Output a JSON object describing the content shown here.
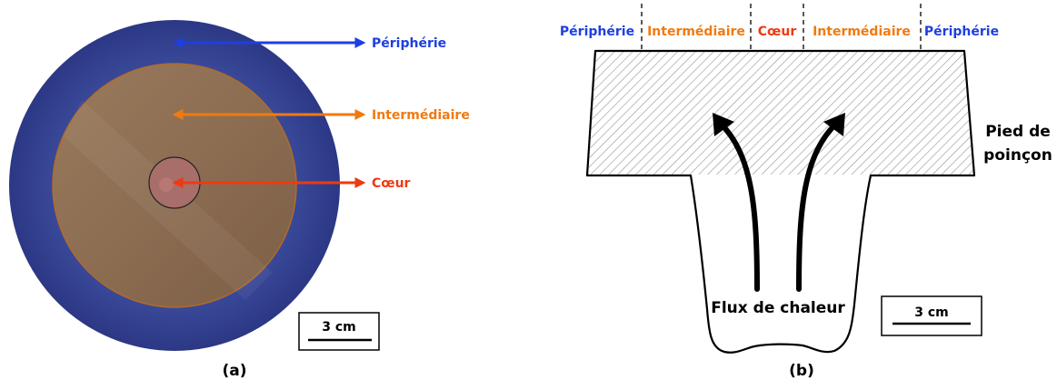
{
  "panel_a": {
    "caption": "(a)",
    "zones": [
      {
        "label": "Périphérie",
        "color": "#1f3fe0"
      },
      {
        "label": "Intermédiaire",
        "color": "#f07a10"
      },
      {
        "label": "Cœur",
        "color": "#ee3a12"
      }
    ],
    "scale_bar": "3 cm"
  },
  "panel_b": {
    "caption": "(b)",
    "top_labels": [
      {
        "label": "Périphérie",
        "color": "#1f3fe0"
      },
      {
        "label": "Intermédiaire",
        "color": "#f07a10"
      },
      {
        "label": "Cœur",
        "color": "#ee3a12"
      },
      {
        "label": "Intermédiaire",
        "color": "#f07a10"
      },
      {
        "label": "Périphérie",
        "color": "#1f3fe0"
      }
    ],
    "punch_label_line1": "Pied de",
    "punch_label_line2": "poinçon",
    "flux_label": "Flux de chaleur",
    "scale_bar": "3 cm"
  }
}
